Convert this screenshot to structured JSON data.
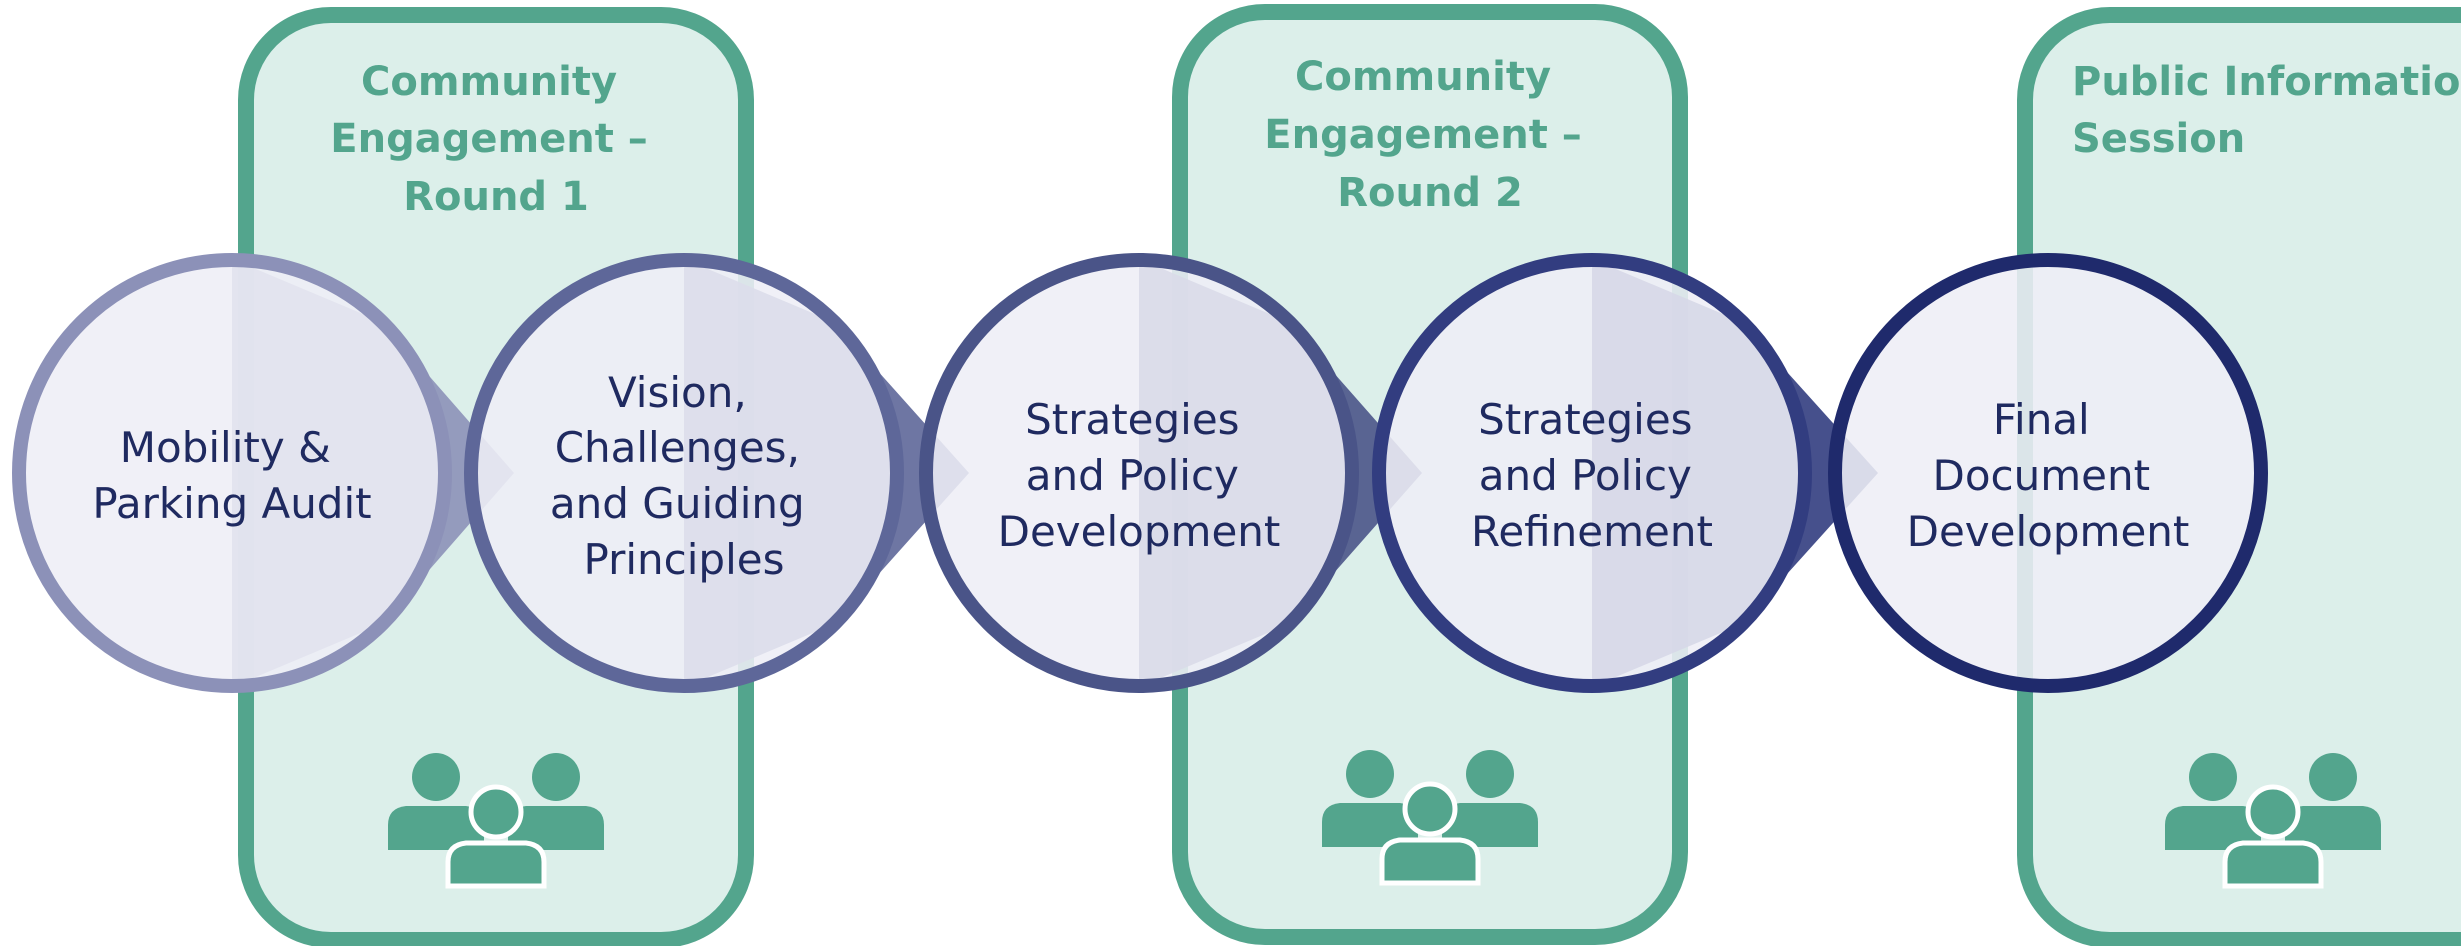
{
  "colors": {
    "panel_fill": "#dcefea",
    "panel_stroke": "#53a58d",
    "panel_title": "#53a58d",
    "people_icon": "#53a58d",
    "circle_fill": "#eeeef6",
    "step_text": "#1f2a60",
    "ring_1": "#8c91b8",
    "ring_2": "#5e6799",
    "ring_3": "#4a5488",
    "ring_4": "#323d80",
    "ring_5": "#1f2a6c"
  },
  "panels": [
    {
      "title_lines": [
        "Community",
        "Engagement –",
        "Round 1"
      ],
      "icon": "people-group-icon"
    },
    {
      "title_lines": [
        "Community",
        "Engagement –",
        "Round 2"
      ],
      "icon": "people-group-icon"
    },
    {
      "title_lines": [
        "Public Information",
        "Session"
      ],
      "icon": "people-group-icon"
    }
  ],
  "steps": [
    {
      "lines": [
        "Mobility &",
        "Parking Audit"
      ]
    },
    {
      "lines": [
        "Vision,",
        "Challenges,",
        "and Guiding",
        "Principles"
      ]
    },
    {
      "lines": [
        "Strategies",
        "and Policy",
        "Development"
      ]
    },
    {
      "lines": [
        "Strategies",
        "and Policy",
        "Refinement"
      ]
    },
    {
      "lines": [
        "Final",
        "Document",
        "Development"
      ]
    }
  ]
}
